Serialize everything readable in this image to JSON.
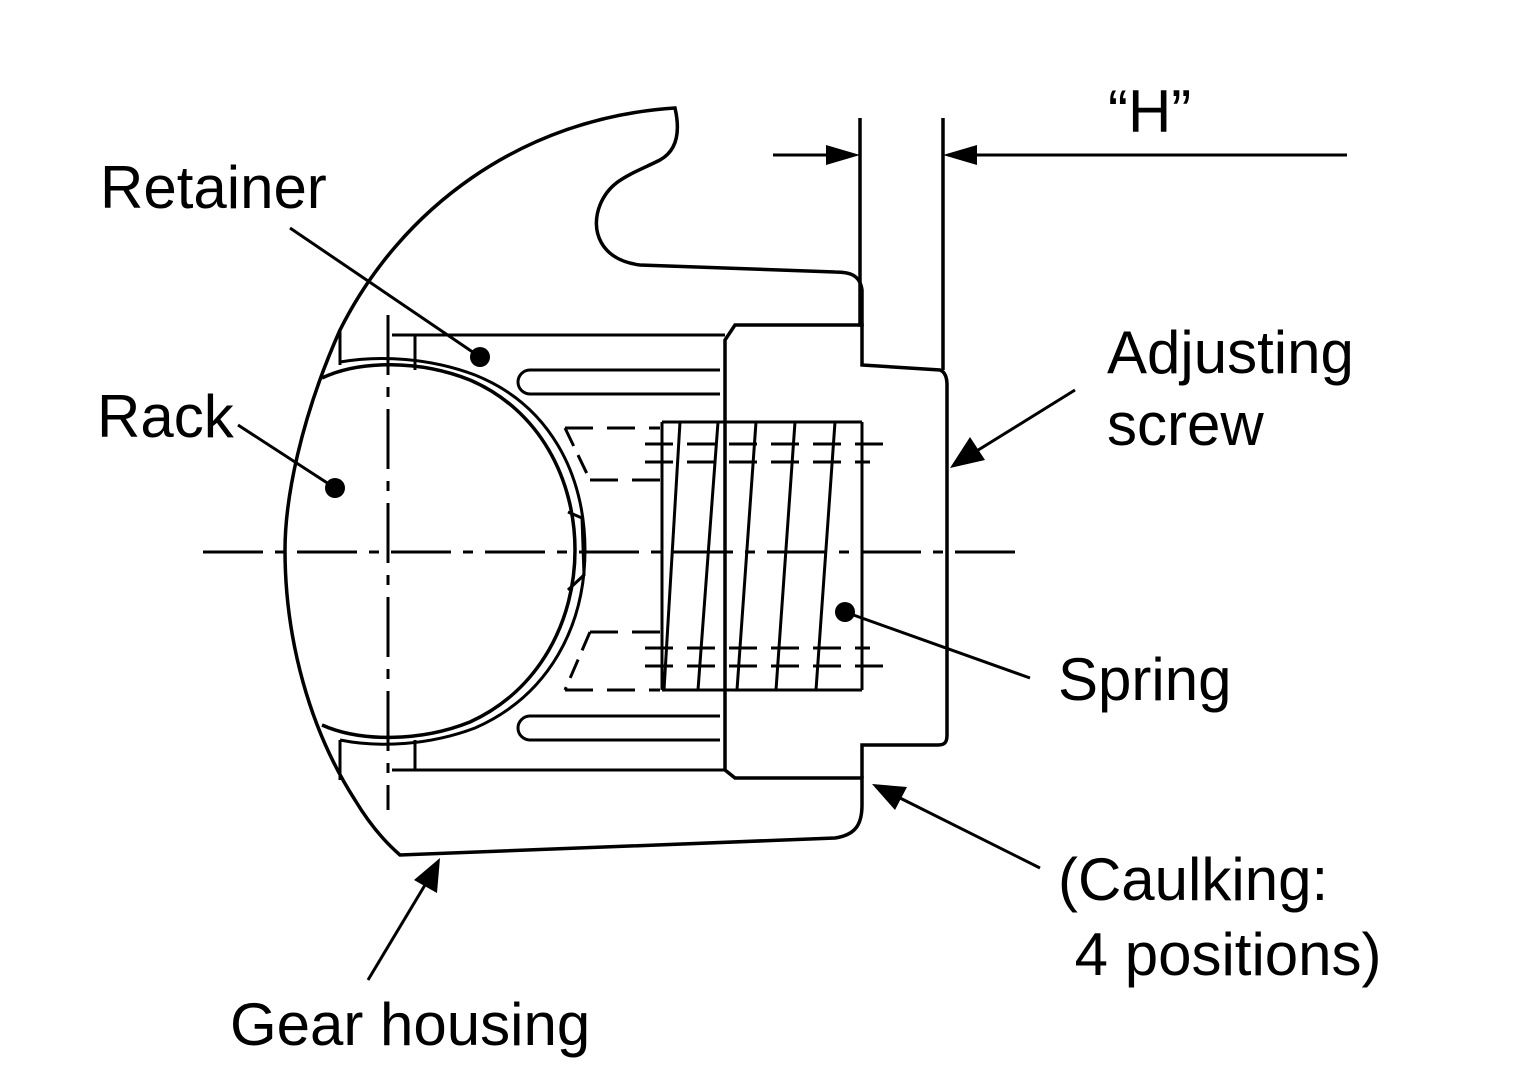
{
  "labels": {
    "retainer": "Retainer",
    "rack": "Rack",
    "adjusting_line1": "Adjusting",
    "adjusting_line2": "screw",
    "spring": "Spring",
    "caulking_line1": "(Caulking:",
    "caulking_line2": " 4 positions)",
    "gear_housing": "Gear housing",
    "dimension_h": "“H”"
  }
}
